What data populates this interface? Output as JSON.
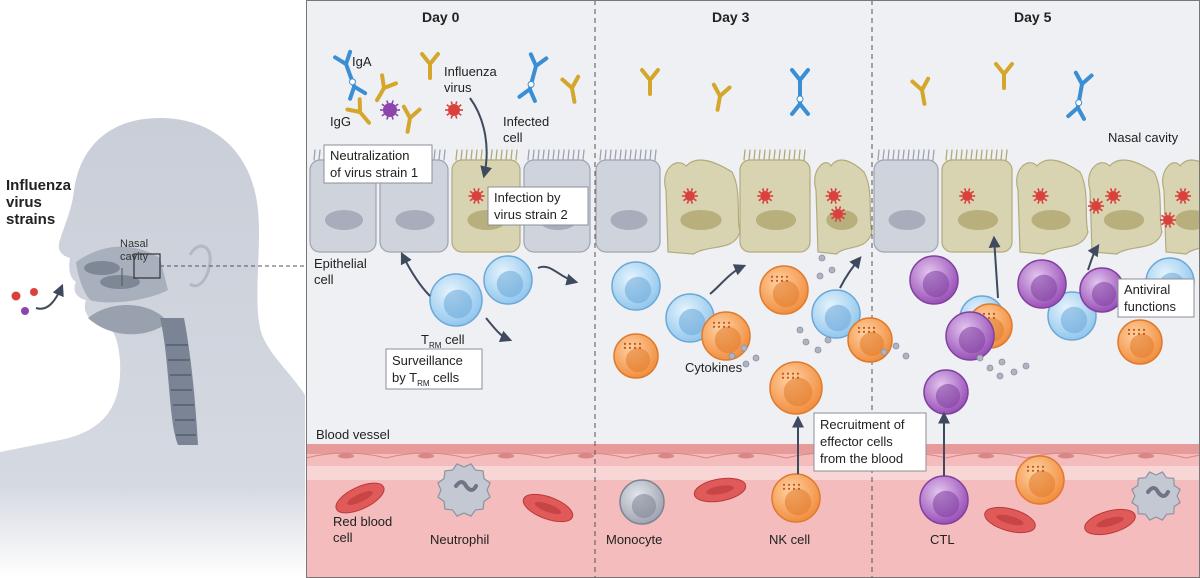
{
  "head_panel": {
    "title_line1": "Influenza",
    "title_line2": "virus",
    "title_line3": "strains",
    "nasal_line1": "Nasal",
    "nasal_line2": "cavity"
  },
  "days": [
    "Day 0",
    "Day 3",
    "Day 5"
  ],
  "labels": {
    "iga": "IgA",
    "igg": "IgG",
    "influenza_line1": "Influenza",
    "influenza_line2": "virus",
    "infected_line1": "Infected",
    "infected_line2": "cell",
    "nasal_cavity": "Nasal cavity",
    "epithelial_line1": "Epithelial",
    "epithelial_line2": "cell",
    "trm_t": "T",
    "trm_sub": "RM",
    "trm_cell": " cell",
    "cytokines": "Cytokines",
    "blood_vessel": "Blood vessel",
    "rbc_line1": "Red blood",
    "rbc_line2": "cell",
    "neutrophil": "Neutrophil",
    "monocyte": "Monocyte",
    "nk_cell": "NK cell",
    "ctl": "CTL"
  },
  "boxes": {
    "neutralization_line1": "Neutralization",
    "neutralization_line2": "of virus strain 1",
    "infection_line1": "Infection by",
    "infection_line2": "virus strain 2",
    "surveillance_line1": "Surveillance",
    "surveillance_line2_a": "by T",
    "surveillance_line2_sub": "RM",
    "surveillance_line2_b": " cells",
    "recruitment_line1": "Recruitment of",
    "recruitment_line2": "effector cells",
    "recruitment_line3": "from the blood",
    "antiviral_line1": "Antiviral",
    "antiviral_line2": "functions"
  },
  "colors": {
    "panel_bg": "#eef0f4",
    "epithelial_healthy": "#cfd3dc",
    "epithelial_infected": "#d8d4b2",
    "virus": "#d9413d",
    "iga": "#3a8fd4",
    "igg": "#d4a62b",
    "trm": "#a9d4f2",
    "nk": "#f39a4b",
    "ctl": "#9b59b6",
    "rbc": "#e05a5a",
    "vessel": "#f2b8b8"
  }
}
